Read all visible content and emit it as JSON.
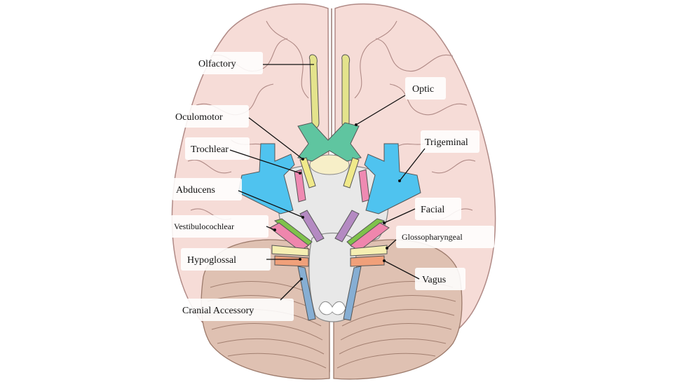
{
  "labels": {
    "olfactory": "Olfactory",
    "optic": "Optic",
    "oculomotor": "Oculomotor",
    "trochlear": "Trochlear",
    "trigeminal": "Trigeminal",
    "abducens": "Abducens",
    "facial": "Facial",
    "vestibulocochlear": "Vestibulocochlear",
    "glossopharyngeal": "Glossopharyngeal",
    "hypoglossal": "Hypoglossal",
    "vagus": "Vagus",
    "cranial_accessory": "Cranial Accessory"
  },
  "colors": {
    "cerebrum": "#f6dcd7",
    "cerebrum_outline": "#b08a86",
    "cerebellum": "#dfc1b2",
    "brainstem": "#e8e8e8",
    "olfactory": "#e4e38c",
    "optic": "#5fc5a0",
    "oculomotor": "#f0e98a",
    "trochlear": "#ef8ab2",
    "trigeminal": "#4fc3ef",
    "abducens": "#b48ac2",
    "facial": "#7fc24b",
    "vestibulocochlear": "#ef86ad",
    "glossopharyngeal": "#f6efb2",
    "vagus": "#f0a07a",
    "accessory": "#86aed3"
  }
}
